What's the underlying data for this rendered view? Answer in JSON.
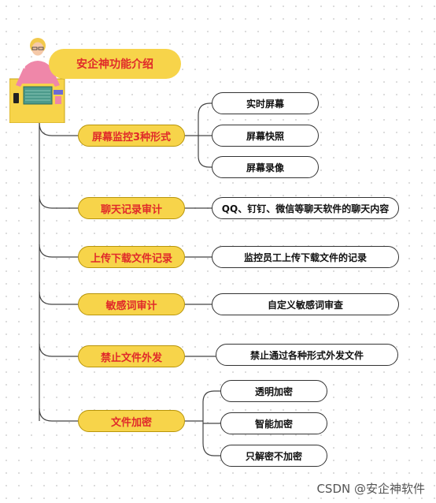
{
  "title": "安企神功能介绍",
  "categories": [
    {
      "label": "屏幕监控3种形式",
      "children": [
        "实时屏幕",
        "屏幕快照",
        "屏幕录像"
      ]
    },
    {
      "label": "聊天记录审计",
      "children": [
        "QQ、钉钉、微信等聊天软件的聊天内容"
      ]
    },
    {
      "label": "上传下载文件记录",
      "children": [
        "监控员工上传下载文件的记录"
      ]
    },
    {
      "label": "敏感词审计",
      "children": [
        "自定义敏感词审查"
      ]
    },
    {
      "label": "禁止文件外发",
      "children": [
        "禁止通过各种形式外发文件"
      ]
    },
    {
      "label": "文件加密",
      "children": [
        "透明加密",
        "智能加密",
        "只解密不加密"
      ]
    }
  ],
  "watermark": "CSDN @安企神软件",
  "colors": {
    "pill": "#f7d44a",
    "text_red": "#e02a2a",
    "line": "#333333"
  }
}
